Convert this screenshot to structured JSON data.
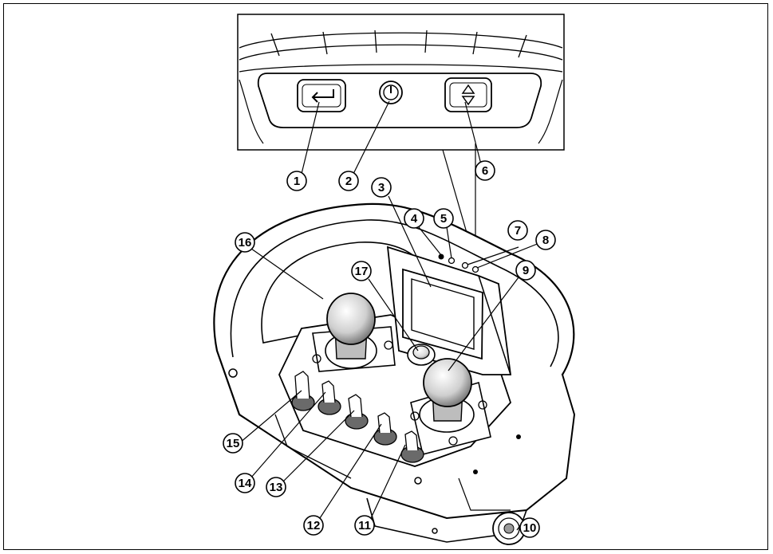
{
  "figure": {
    "callouts": [
      "1",
      "2",
      "3",
      "4",
      "5",
      "6",
      "7",
      "8",
      "9",
      "10",
      "11",
      "12",
      "13",
      "14",
      "15",
      "16",
      "17"
    ]
  },
  "colors": {
    "line": "#000000",
    "panel_fill": "#ffffff",
    "shadow": "#7a7a7a",
    "dark": "#3a3a3a"
  }
}
